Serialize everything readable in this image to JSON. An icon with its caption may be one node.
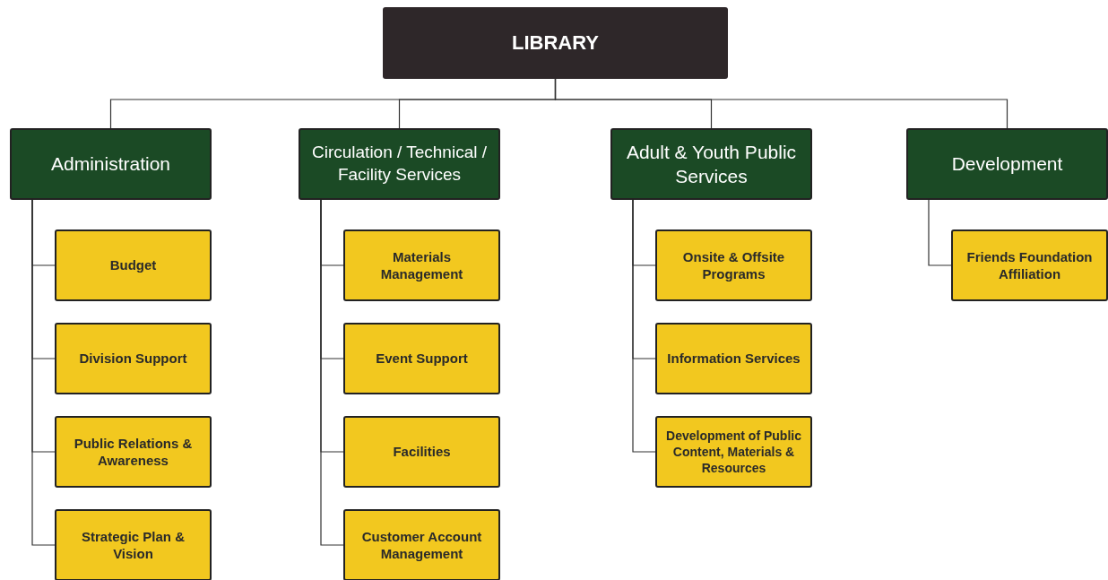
{
  "diagram": {
    "nodes": [
      {
        "text": [
          "LIBRARY"
        ]
      },
      {
        "text": [
          "Administration"
        ]
      },
      {
        "text": [
          "Budget"
        ]
      },
      {
        "text": [
          "Division Support"
        ]
      },
      {
        "text": [
          "Public Relations & Awareness"
        ]
      },
      {
        "text": [
          "Strategic Plan & Vision"
        ]
      },
      {
        "text": [
          "Circulation / Technical / Facility Services"
        ]
      },
      {
        "text": [
          "Materials Management"
        ]
      },
      {
        "text": [
          "Event Support"
        ]
      },
      {
        "text": [
          "Facilities"
        ]
      },
      {
        "text": [
          "Customer Account Management"
        ]
      },
      {
        "text": [
          "Adult & Youth Public Services"
        ]
      },
      {
        "text": [
          "Onsite & Offsite Programs"
        ]
      },
      {
        "text": [
          "Information Services"
        ]
      },
      {
        "text": [
          "Development of Public Content, Materials & Resources"
        ]
      },
      {
        "text": [
          "Development"
        ]
      },
      {
        "text": [
          "Friends Foundation Affiliation"
        ]
      }
    ],
    "edges": [
      {
        "from": 0,
        "to": 1,
        "arrow": "none"
      },
      {
        "from": 0,
        "to": 6,
        "arrow": "none"
      },
      {
        "from": 0,
        "to": 11,
        "arrow": "none"
      },
      {
        "from": 0,
        "to": 15,
        "arrow": "none"
      },
      {
        "from": 1,
        "to": 2,
        "arrow": "none"
      },
      {
        "from": 1,
        "to": 3,
        "arrow": "none"
      },
      {
        "from": 1,
        "to": 4,
        "arrow": "none"
      },
      {
        "from": 1,
        "to": 5,
        "arrow": "none"
      },
      {
        "from": 6,
        "to": 7,
        "arrow": "none"
      },
      {
        "from": 6,
        "to": 8,
        "arrow": "none"
      },
      {
        "from": 6,
        "to": 9,
        "arrow": "none"
      },
      {
        "from": 6,
        "to": 10,
        "arrow": "none"
      },
      {
        "from": 11,
        "to": 12,
        "arrow": "none"
      },
      {
        "from": 11,
        "to": 13,
        "arrow": "none"
      },
      {
        "from": 11,
        "to": 14,
        "arrow": "none"
      },
      {
        "from": 15,
        "to": 16,
        "arrow": "none"
      }
    ]
  }
}
